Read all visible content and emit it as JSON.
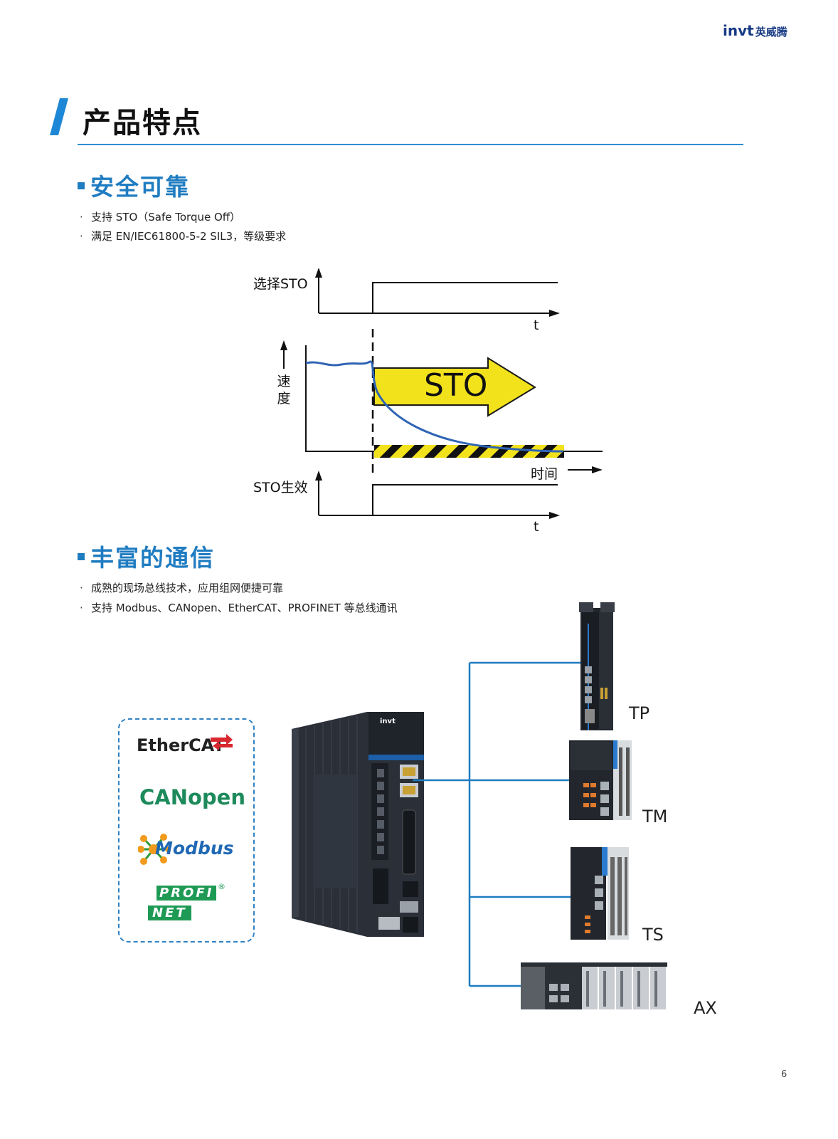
{
  "brand": {
    "logo_text": "invt",
    "logo_cn": "英威腾"
  },
  "page_title": "产品特点",
  "section_safety": {
    "heading": "安全可靠",
    "bullets": [
      "支持 STO（Safe Torque Off）",
      "满足 EN/IEC61800-5-2 SIL3，等级要求"
    ]
  },
  "sto_diagram": {
    "select_label": "选择STO",
    "t_label_top": "t",
    "speed_label_line1": "速",
    "speed_label_line2": "度",
    "arrow_text": "STO",
    "time_label": "时间",
    "effect_label": "STO生效",
    "t_label_bottom": "t",
    "colors": {
      "arrow": "#f2e21c",
      "curve": "#2f64b4",
      "hazard": "#f2e21c"
    }
  },
  "section_comm": {
    "heading": "丰富的通信",
    "bullets": [
      "成熟的现场总线技术，应用组网便捷可靠",
      "支持 Modbus、CANopen、EtherCAT、PROFINET 等总线通讯"
    ]
  },
  "protocols": {
    "ethercat": "EtherCAT",
    "canopen": "CANopen",
    "modbus": "Modbus",
    "profinet_1": "PROFI",
    "profinet_2": "NET"
  },
  "devices": {
    "tp": "TP",
    "tm": "TM",
    "ts": "TS",
    "ax": "AX",
    "line_color": "#1f7cc1"
  },
  "page_number": "6"
}
